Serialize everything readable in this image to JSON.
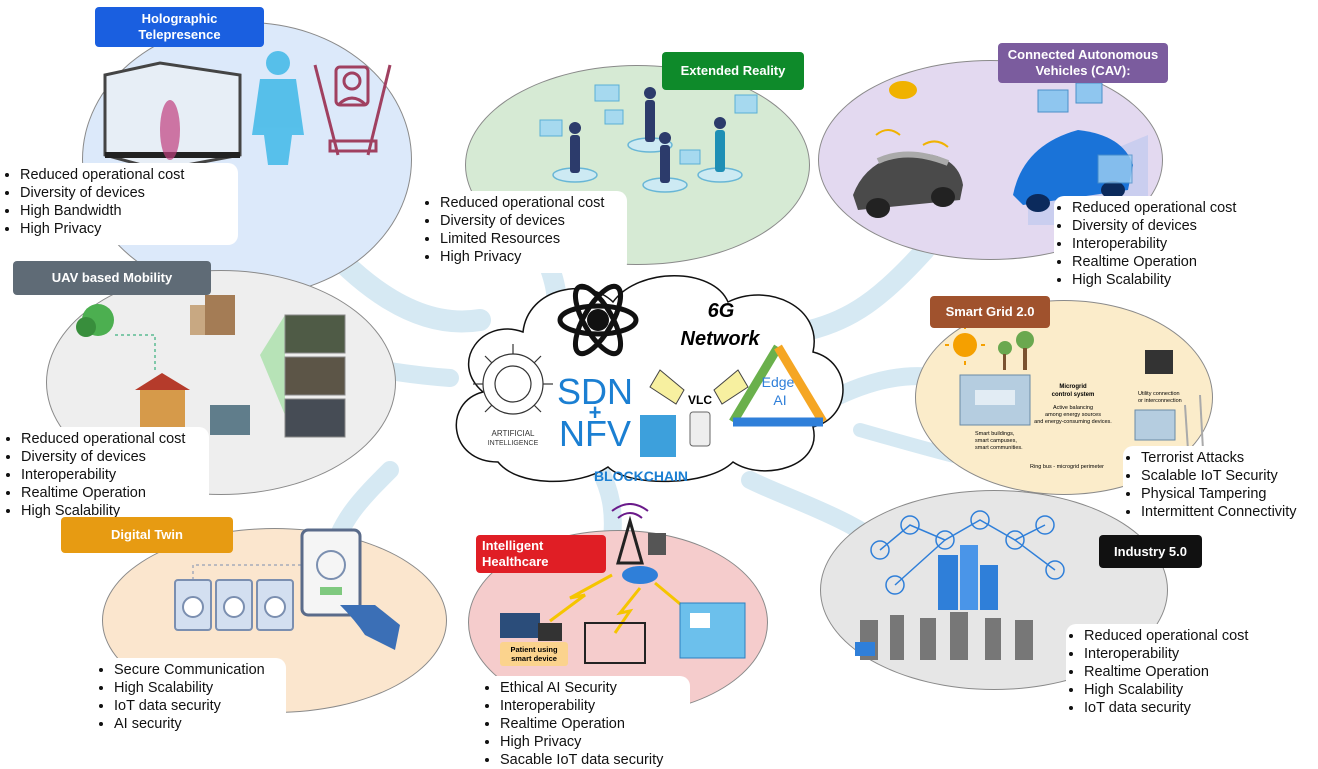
{
  "colors": {
    "accent_blue": "#1a5fe0",
    "xr_green": "#0e8a2a",
    "cav_purple": "#7b5c9e",
    "uav_gray": "#5f6b76",
    "grid_brown": "#a0522d",
    "twin_orange": "#e79b12",
    "health_red": "#e01e25",
    "industry_black": "#111111",
    "flow": "#d6e9f3"
  },
  "center": {
    "title_line1": "6G",
    "title_line2": "Network",
    "ai_label_1": "ARTIFICIAL",
    "ai_label_2": "INTELLIGENCE",
    "sdn": "SDN",
    "plus": "+",
    "nfv": "NFV",
    "blockchain": "BLOCKCHAIN",
    "vlc": "VLC",
    "edge": "Edge",
    "ai": "AI"
  },
  "holo": {
    "title_line1": "Holographic",
    "title_line2": "Telepresence",
    "bullets": [
      "Reduced operational cost",
      "Diversity of devices",
      "High Bandwidth",
      "High Privacy"
    ]
  },
  "xr": {
    "title": "Extended Reality",
    "bullets": [
      "Reduced operational cost",
      "Diversity of devices",
      "Limited Resources",
      "High Privacy"
    ]
  },
  "cav": {
    "title_line1": "Connected Autonomous",
    "title_line2": "Vehicles (CAV):",
    "bullets": [
      "Reduced operational cost",
      "Diversity of devices",
      "Interoperability",
      "Realtime Operation",
      "High Scalability"
    ]
  },
  "uav": {
    "title": "UAV based Mobility",
    "bullets": [
      "Reduced operational cost",
      "Diversity of devices",
      "Interoperability",
      "Realtime Operation",
      "High Scalability"
    ]
  },
  "grid": {
    "title": "Smart Grid 2.0",
    "microgrid_1": "Microgrid",
    "microgrid_2": "control system",
    "balance_1": "Active balancing",
    "balance_2": "among energy sources",
    "balance_3": "and energy-consuming devices.",
    "utility_1": "Utility connection",
    "utility_2": "or interconnection",
    "buildings_1": "Smart buildings,",
    "buildings_2": "smart campuses,",
    "buildings_3": "smart communities.",
    "ring": "Ring bus - microgrid perimeter",
    "bullets": [
      "Terrorist Attacks",
      "Scalable IoT Security",
      "Physical Tampering",
      "Intermittent Connectivity"
    ]
  },
  "twin": {
    "title": "Digital Twin",
    "bullets": [
      "Secure Communication",
      "High Scalability",
      "IoT data security",
      "AI security"
    ]
  },
  "health": {
    "title_line1": "Intelligent",
    "title_line2": "Healthcare",
    "patient_1": "Patient using",
    "patient_2": "smart device",
    "bullets": [
      "Ethical AI Security",
      "Interoperability",
      "Realtime Operation",
      "High Privacy",
      "Sacable IoT data security"
    ]
  },
  "industry": {
    "title": "Industry 5.0",
    "bullets": [
      "Reduced operational cost",
      "Interoperability",
      "Realtime Operation",
      "High Scalability",
      "IoT data security"
    ]
  }
}
